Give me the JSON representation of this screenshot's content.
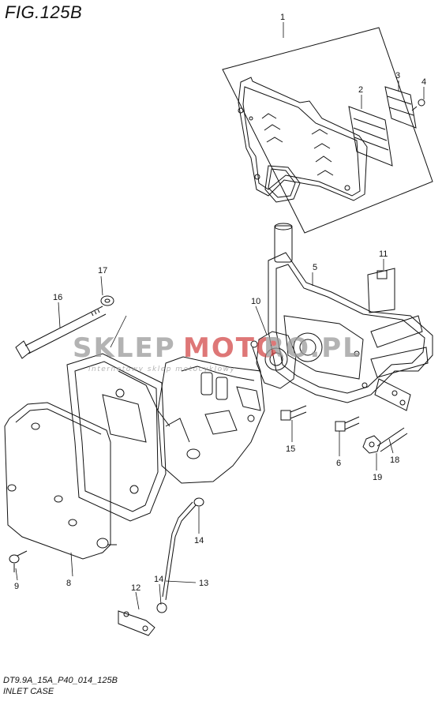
{
  "figure": {
    "title": "FIG.125B",
    "footer_code": "DT9.9A_15A_P40_014_125B",
    "footer_name": "INLET CASE"
  },
  "callouts": {
    "p1": "1",
    "p2": "2",
    "p3": "3",
    "p4": "4",
    "p5": "5",
    "p6": "6",
    "p8": "8",
    "p9": "9",
    "p10": "10",
    "p11": "11",
    "p12": "12",
    "p13": "13",
    "p14a": "14",
    "p14b": "14",
    "p15": "15",
    "p16": "16",
    "p17": "17",
    "p18": "18",
    "p19": "19"
  },
  "watermark": {
    "main_a": "SKLEP",
    "main_b": "MOTO",
    "main_c": "RO.PL",
    "sub": "internetowy sklep motocyklowy",
    "color_gray": "#9a9a9a",
    "color_red": "#d44a4a"
  }
}
